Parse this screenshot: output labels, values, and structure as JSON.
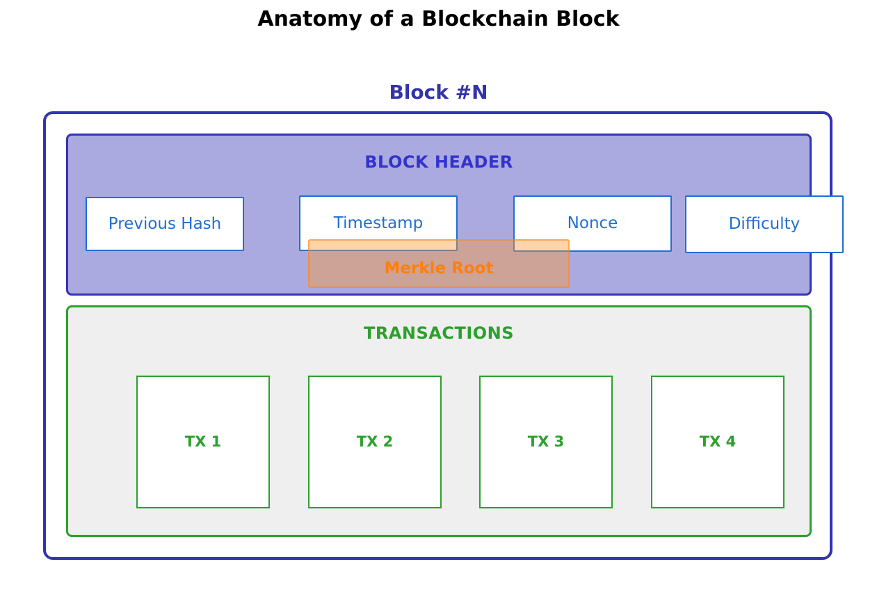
{
  "title": "Anatomy of a Blockchain Block",
  "block": {
    "label": "Block #N",
    "border_color": "#3333b5"
  },
  "header_section": {
    "title": "BLOCK HEADER",
    "fill_color": "#aaaae0",
    "title_color": "#3333cc",
    "fields": [
      {
        "label": "Previous Hash",
        "color": "#1f6fd0"
      },
      {
        "label": "Timestamp",
        "color": "#1f6fd0"
      },
      {
        "label": "Nonce",
        "color": "#1f6fd0"
      },
      {
        "label": "Difficulty",
        "color": "#1f6fd0"
      }
    ],
    "overlay": {
      "label": "Merkle Root",
      "color": "#ff7f0e",
      "fill_color": "rgba(255, 153, 51, 0.42)"
    }
  },
  "transactions_section": {
    "title": "TRANSACTIONS",
    "fill_color": "#efefef",
    "border_color": "#2ca02c",
    "title_color": "#2ca02c",
    "items": [
      {
        "label": "TX 1"
      },
      {
        "label": "TX 2"
      },
      {
        "label": "TX 3"
      },
      {
        "label": "TX 4"
      }
    ]
  }
}
